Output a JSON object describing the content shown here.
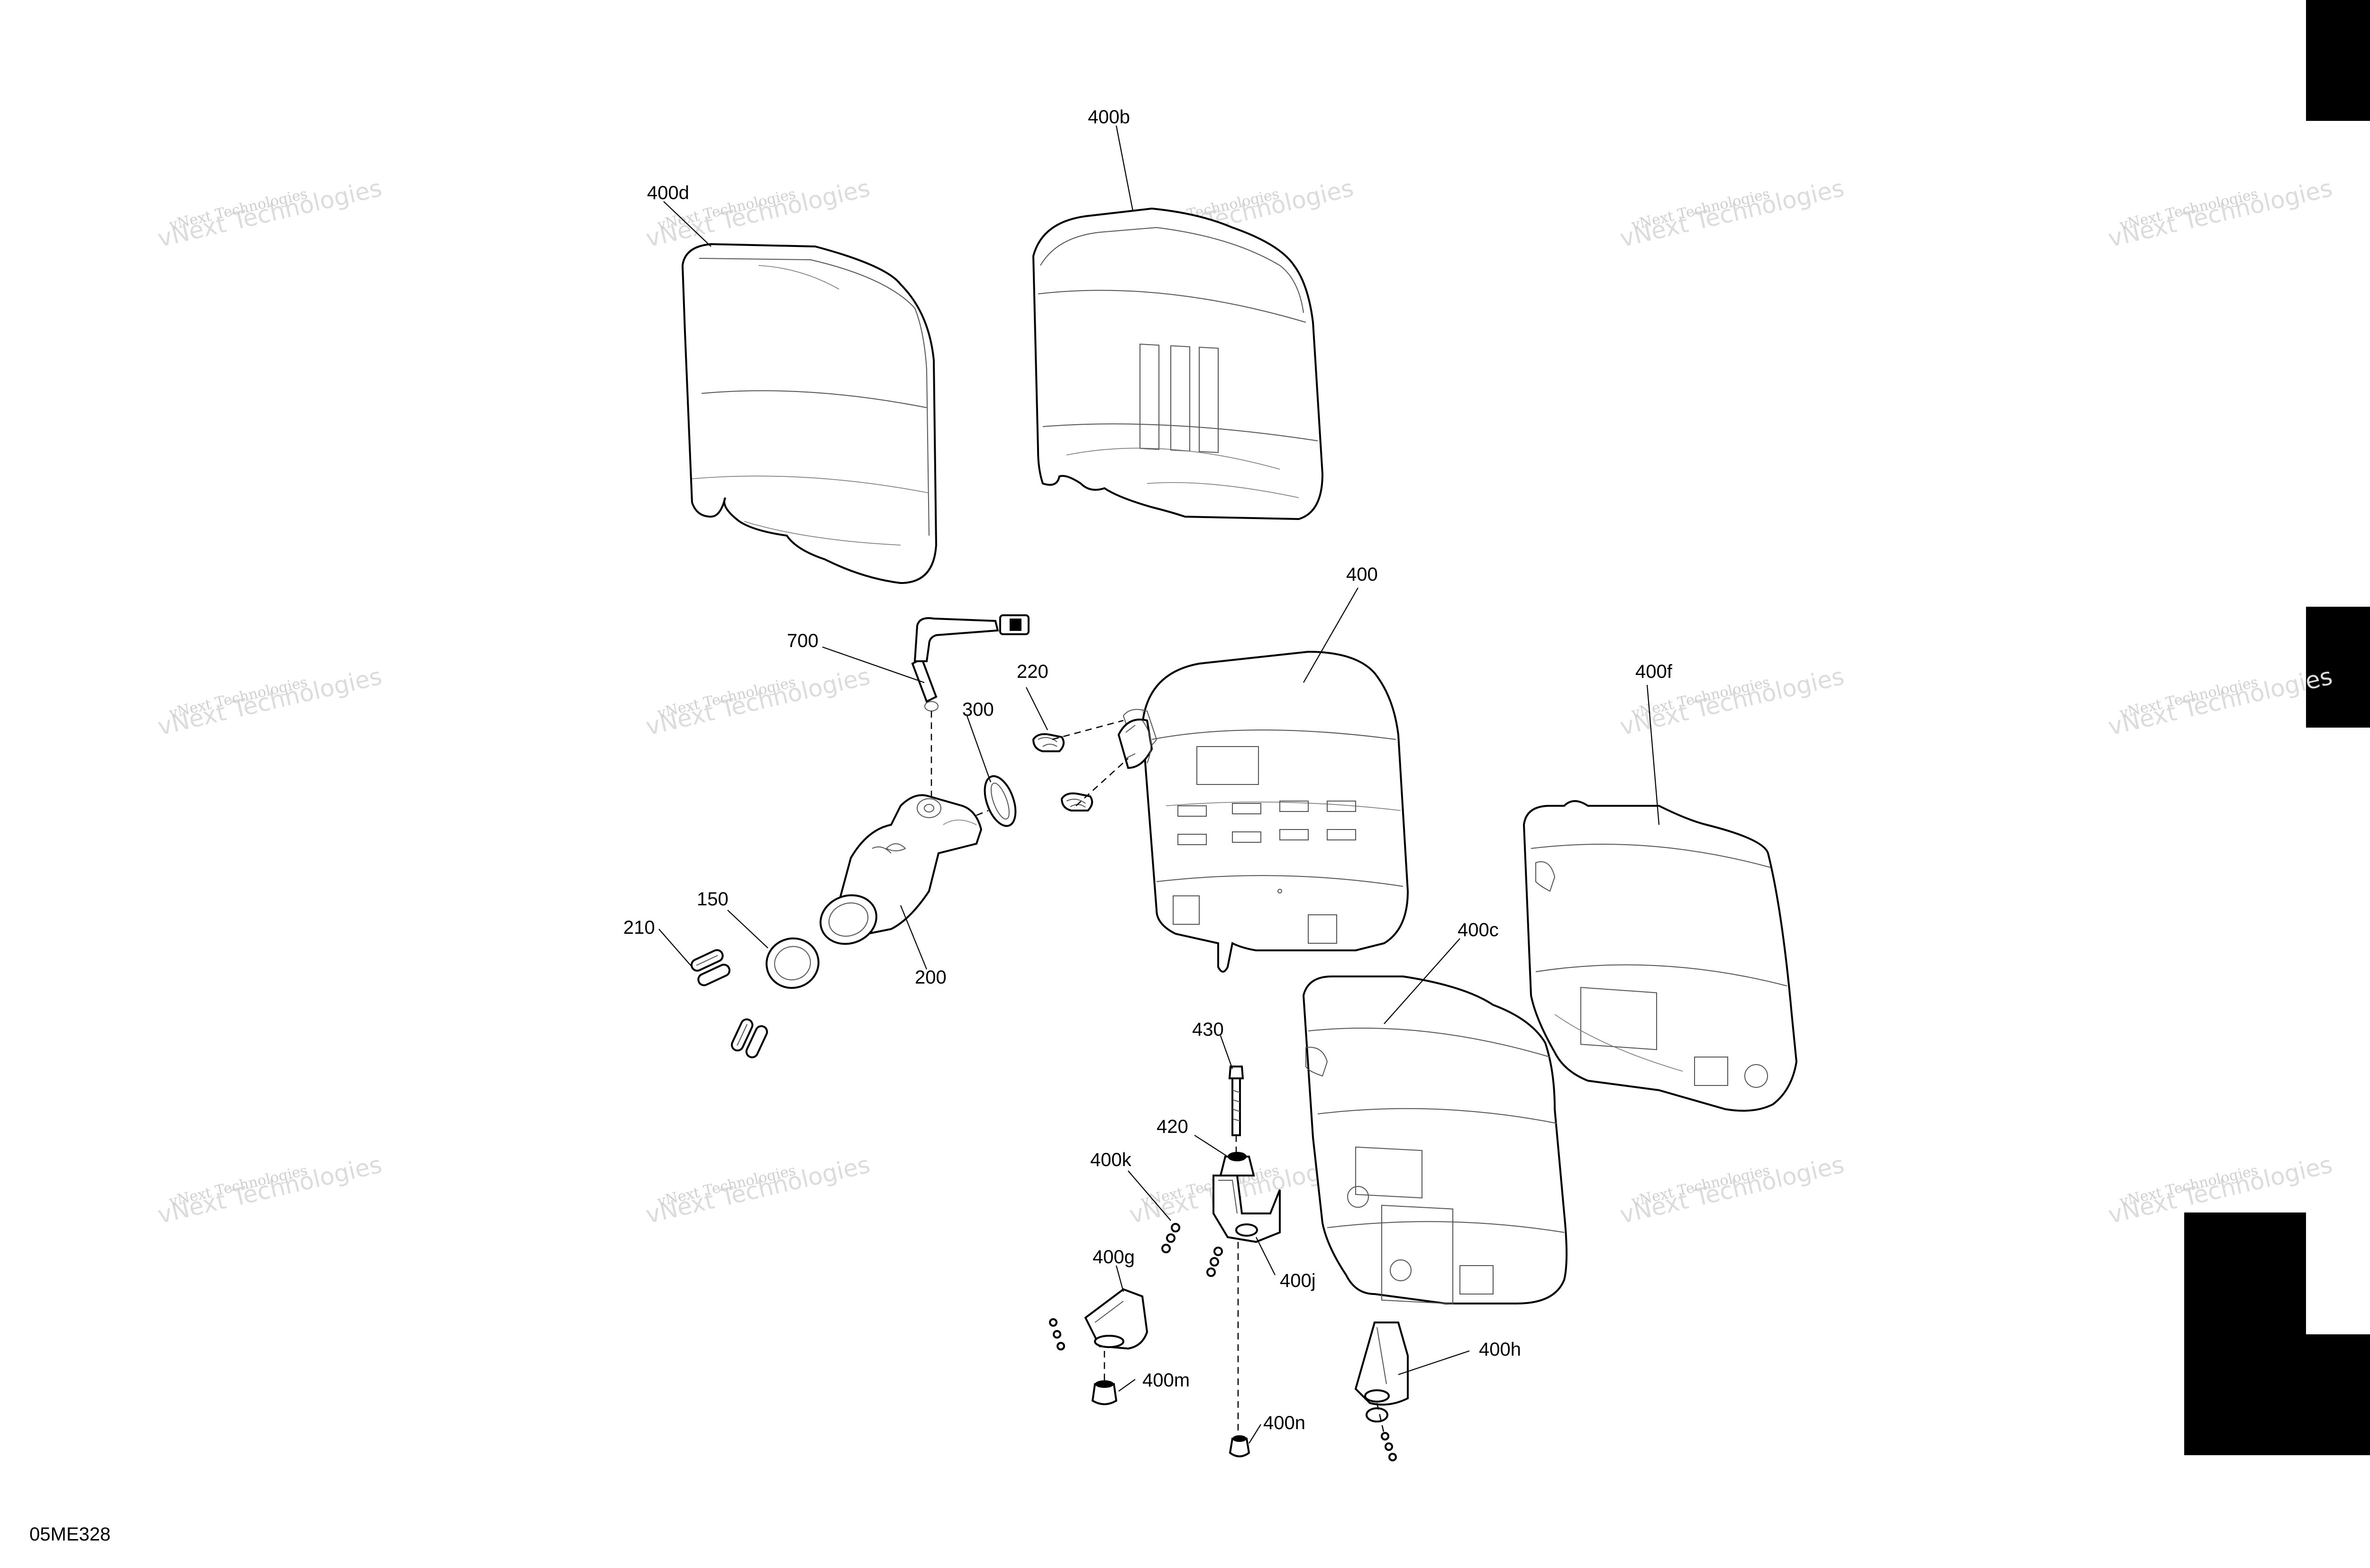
{
  "diagram": {
    "figure_code": "05ME328",
    "watermark": {
      "line1": "vNext Technologies",
      "line2": "vNext Technologies"
    },
    "callouts": [
      {
        "id": "400b",
        "label": "400b"
      },
      {
        "id": "400d",
        "label": "400d"
      },
      {
        "id": "400",
        "label": "400"
      },
      {
        "id": "700",
        "label": "700"
      },
      {
        "id": "220",
        "label": "220"
      },
      {
        "id": "300",
        "label": "300"
      },
      {
        "id": "400f",
        "label": "400f"
      },
      {
        "id": "150",
        "label": "150"
      },
      {
        "id": "210",
        "label": "210"
      },
      {
        "id": "200",
        "label": "200"
      },
      {
        "id": "400c",
        "label": "400c"
      },
      {
        "id": "430",
        "label": "430"
      },
      {
        "id": "420",
        "label": "420"
      },
      {
        "id": "400k",
        "label": "400k"
      },
      {
        "id": "400j",
        "label": "400j"
      },
      {
        "id": "400g",
        "label": "400g"
      },
      {
        "id": "400h",
        "label": "400h"
      },
      {
        "id": "400m",
        "label": "400m"
      },
      {
        "id": "400n",
        "label": "400n"
      }
    ]
  }
}
